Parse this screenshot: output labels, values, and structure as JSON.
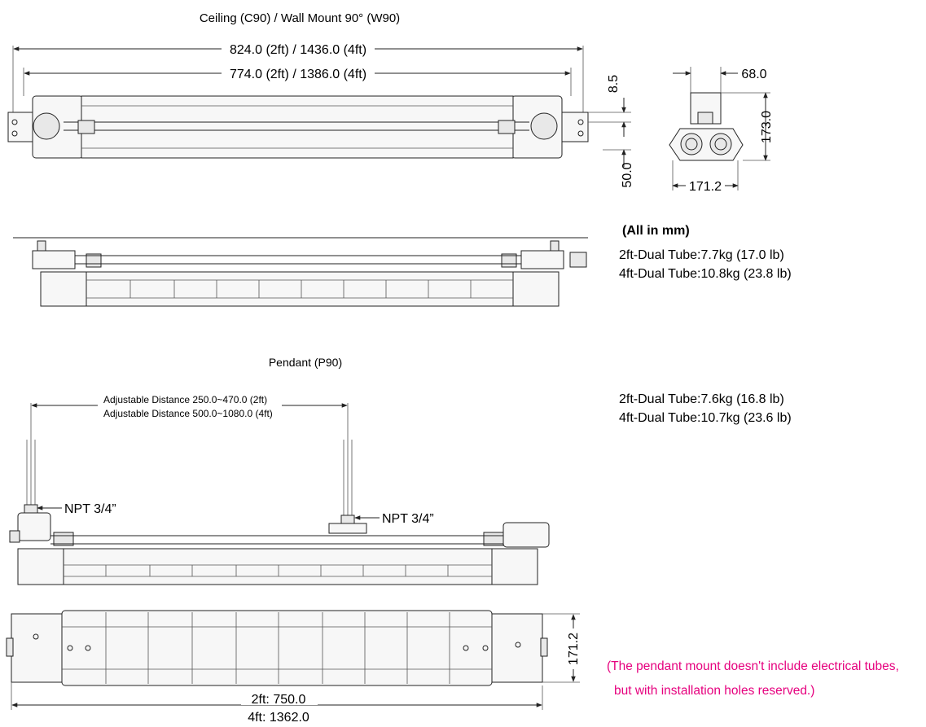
{
  "sections": {
    "ceiling_title": "Ceiling (C90) / Wall Mount 90° (W90)",
    "pendant_title": "Pendant (P90)"
  },
  "dimensions": {
    "overall_length": "824.0 (2ft) / 1436.0 (4ft)",
    "tube_length": "774.0 (2ft) / 1386.0 (4ft)",
    "bracket_offset": "8.5",
    "bracket_height": "50.0",
    "end_width_top": "68.0",
    "end_height": "173.0",
    "end_width_bottom": "171.2",
    "adjustable_2ft": "Adjustable Distance 250.0~470.0 (2ft)",
    "adjustable_4ft": "Adjustable Distance  500.0~1080.0 (4ft)",
    "npt_left": "NPT 3/4”",
    "npt_right": "NPT 3/4”",
    "plan_height": "171.2",
    "plan_2ft": "2ft: 750.0",
    "plan_4ft": "4ft: 1362.0"
  },
  "specs": {
    "unit_note": "(All in mm)",
    "ceiling_2ft": "2ft-Dual Tube:7.7kg (17.0 lb)",
    "ceiling_4ft": "4ft-Dual Tube:10.8kg (23.8 lb)",
    "pendant_2ft": "2ft-Dual Tube:7.6kg (16.8 lb)",
    "pendant_4ft": "4ft-Dual Tube:10.7kg (23.6 lb)"
  },
  "note": {
    "line1": "(The pendant mount doesn't include electrical tubes,",
    "line2": "but with installation holes reserved.)",
    "color": "#e6007e"
  }
}
